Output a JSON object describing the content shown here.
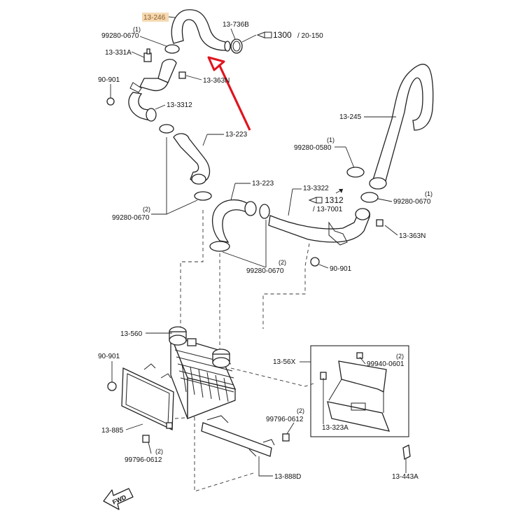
{
  "labels": {
    "p13_246": "13-246",
    "p13_736b": "13-736B",
    "ref1300": "1300",
    "ref1300_sub": "/ 20-150",
    "qty1_a": "(1)",
    "p99280_0670_a": "99280-0670",
    "p13_331a": "13-331A",
    "p13_363n_a": "13-363N",
    "p90_901_a": "90-901",
    "p13_3312": "13-3312",
    "p13_223_a": "13-223",
    "p13_245": "13-245",
    "qty1_b": "(1)",
    "p99280_0580": "99280-0580",
    "p13_223_b": "13-223",
    "p13_3322": "13-3322",
    "ref1312": "1312",
    "ref1312_sub": "/ 13-7001",
    "qty1_c": "(1)",
    "p99280_0670_c": "99280-0670",
    "qty2_a": "(2)",
    "p99280_0670_b": "99280-0670",
    "p13_363n_b": "13-363N",
    "qty2_b": "(2)",
    "p99280_0670_d": "99280-0670",
    "p90_901_b": "90-901",
    "p13_560": "13-560",
    "p13_56x": "13-56X",
    "qty2_c": "(2)",
    "p99940_0601": "99940-0601",
    "p90_901_c": "90-901",
    "p13_323a": "13-323A",
    "qty2_d": "(2)",
    "p99796_0612_a": "99796-0612",
    "p13_885": "13-885",
    "qty2_e": "(2)",
    "p99796_0612_b": "99796-0612",
    "p13_888d": "13-888D",
    "p13_443a": "13-443A",
    "fwd": "FWD"
  },
  "colors": {
    "highlight_bg": "#f5d9b0",
    "highlight_text": "#8a5a2b",
    "arrow": "#e0141e",
    "line": "#222222"
  }
}
